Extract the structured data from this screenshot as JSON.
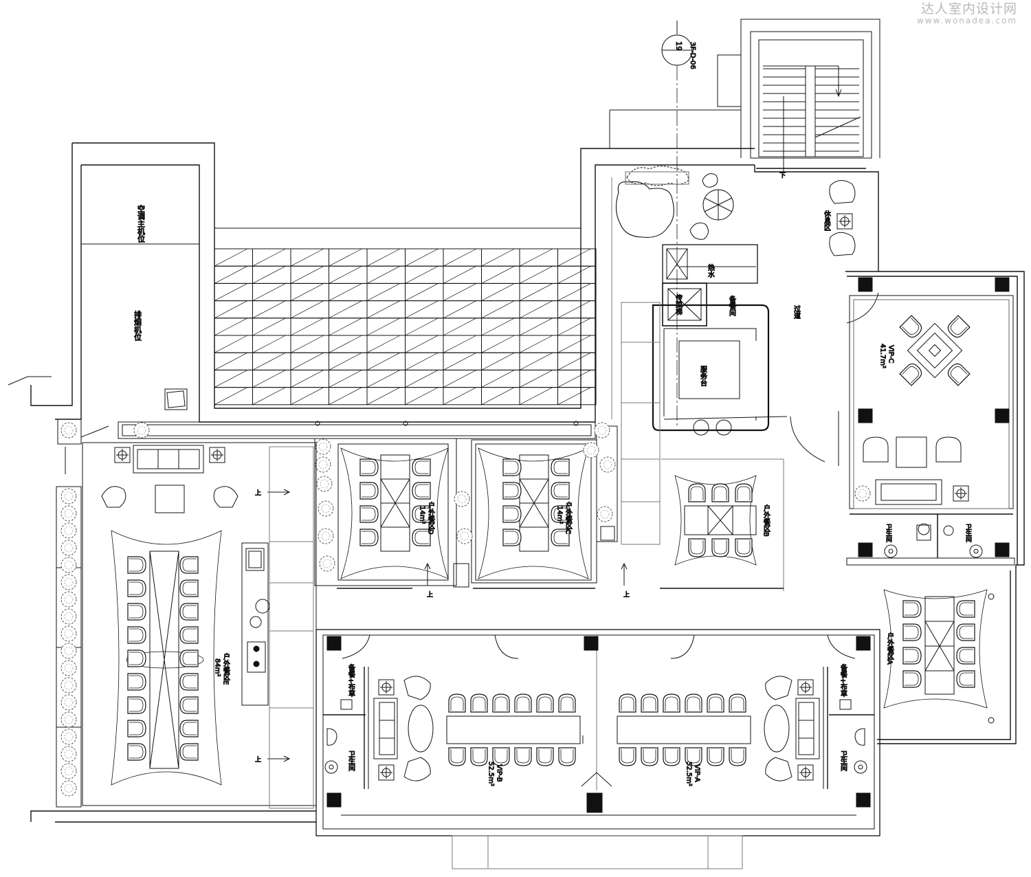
{
  "watermark": {
    "name": "达人室内设计网",
    "url": "www.wonadea.com"
  },
  "section_marker": {
    "number": "19",
    "sheet": "3F-D-06"
  },
  "rooms": {
    "ac_host": "空调主机位",
    "exhaust_host": "排烟机位",
    "stair_down": "下",
    "lounge": "休息区",
    "hot_water": "热水",
    "dumbwaiter": "传菜梯",
    "pantry": "备餐间",
    "service_desk": "服务台",
    "corridor": "过道",
    "vip_c": {
      "name": "VIP-C",
      "area": "41.7m²"
    },
    "toilet": "卫生间",
    "dining_d": {
      "name": "户外餐区D",
      "area": "14m²"
    },
    "dining_c": {
      "name": "户外餐区C",
      "area": "14m²"
    },
    "dining_b": "户外餐区B",
    "dining_a": "户外餐区A",
    "dining_e": {
      "name": "户外餐区E",
      "area": "84m²"
    },
    "vip_b": {
      "name": "VIP-B",
      "area": "52.5m²"
    },
    "vip_a": {
      "name": "VIP-A",
      "area": "52.5m²"
    },
    "prep_linen": "备餐+布草",
    "up": "上"
  }
}
